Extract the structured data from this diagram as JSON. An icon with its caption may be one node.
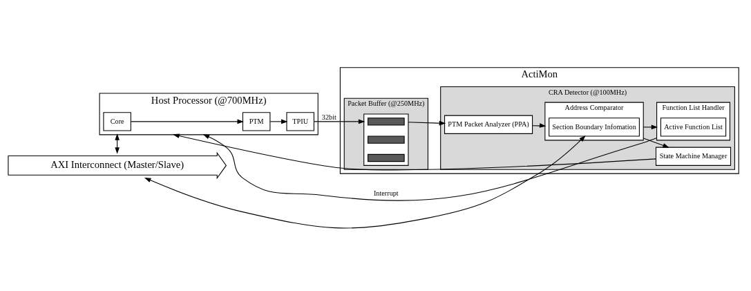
{
  "diagram": {
    "nodes": [
      {
        "text": [
          "Host Processor (@700MHz)"
        ]
      },
      {
        "text": [
          "Core"
        ],
        "in": 0
      },
      {
        "text": [
          "PTM"
        ],
        "in": 0
      },
      {
        "text": [
          "TPIU"
        ],
        "in": 0
      },
      {
        "text": [
          "ActiMon"
        ]
      },
      {
        "text": [
          "Packet Buffer (@250MHz)"
        ],
        "in": 4
      },
      {
        "text": [],
        "shape": "box",
        "in": 5
      },
      {
        "text": [],
        "shape": "bar",
        "in": 6
      },
      {
        "text": [],
        "shape": "bar",
        "in": 6
      },
      {
        "text": [],
        "shape": "bar",
        "in": 6
      },
      {
        "text": [
          "CRA Detector (@100MHz)"
        ],
        "in": 4
      },
      {
        "text": [
          "PTM Packet Analyzer (PPA)"
        ],
        "in": 10
      },
      {
        "text": [
          "Address Comparator"
        ],
        "in": 10
      },
      {
        "text": [
          "Section Boundary Infomation"
        ],
        "in": 12
      },
      {
        "text": [
          "State Machine Manager"
        ],
        "in": 10
      },
      {
        "text": [
          "Function List Handler"
        ],
        "in": 10
      },
      {
        "text": [
          "Active Function List"
        ],
        "in": 15
      },
      {
        "text": [
          "AXI Interconnect (Master/Slave)"
        ]
      }
    ],
    "edges": [
      {
        "from": 1,
        "to": 2,
        "arrow": "to"
      },
      {
        "from": 2,
        "to": 3,
        "arrow": "to"
      },
      {
        "from": 3,
        "to": 6,
        "arrow": "to",
        "label": "32bit"
      },
      {
        "from": 6,
        "to": 11,
        "arrow": "to"
      },
      {
        "from": 11,
        "to": 12,
        "arrow": "to"
      },
      {
        "from": 12,
        "to": 14,
        "arrow": "to"
      },
      {
        "from": 12,
        "to": 15,
        "arrow": "to"
      },
      {
        "from": 14,
        "to": 0,
        "arrow": "to"
      },
      {
        "from": 15,
        "to": 0,
        "arrow": "to",
        "label": "Interrupt"
      },
      {
        "from": 0,
        "to": 17,
        "arrow": "both"
      },
      {
        "from": 13,
        "to": 17,
        "arrow": "both"
      }
    ]
  }
}
